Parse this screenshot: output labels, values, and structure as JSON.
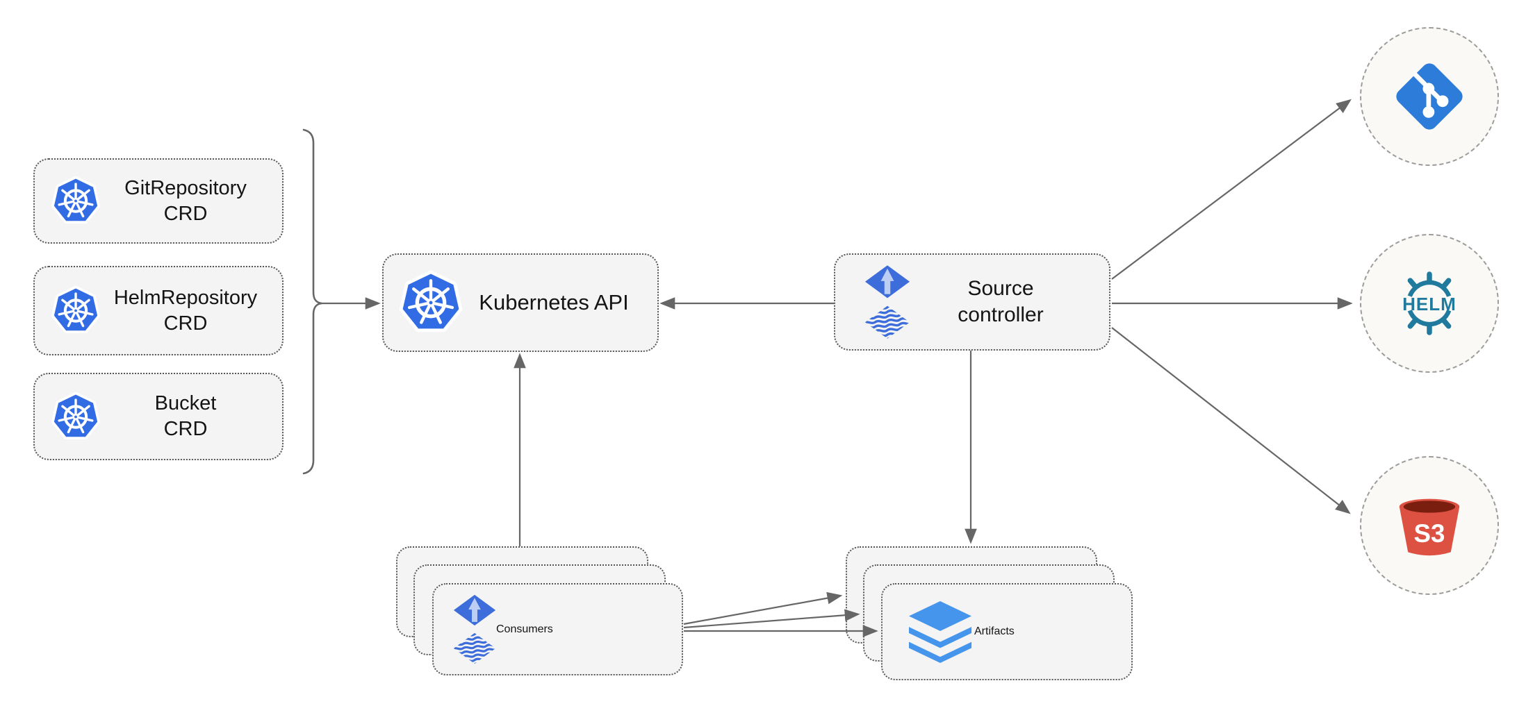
{
  "nodes": {
    "crds": [
      {
        "line1": "GitRepository",
        "line2": "CRD"
      },
      {
        "line1": "HelmRepository",
        "line2": "CRD"
      },
      {
        "line1": "Bucket",
        "line2": "CRD"
      }
    ],
    "kubernetes_api": {
      "label": "Kubernetes API"
    },
    "source_controller": {
      "line1": "Source",
      "line2": "controller"
    },
    "consumers": {
      "label": "Consumers"
    },
    "artifacts": {
      "label": "Artifacts"
    },
    "helm": {
      "label": "HELM"
    },
    "s3": {
      "label": "S3"
    }
  },
  "icons": {
    "kubernetes": "kubernetes-wheel-icon",
    "flux": "flux-diamond-arrow-icon",
    "git": "git-branch-icon",
    "helm": "helm-wheel-icon",
    "s3": "s3-bucket-icon",
    "artifacts": "layers-icon"
  },
  "colors": {
    "kubernetes_blue": "#326CE5",
    "flux_blue": "#3D6CDB",
    "flux_arrow_light": "#BCCEF3",
    "git_blue": "#2E7CD9",
    "helm_teal": "#1F7A9D",
    "s3_red": "#DD5143",
    "s3_dark": "#7A1F10",
    "layers_blue": "#4495EB",
    "arrow_gray": "#666666",
    "border_gray": "#555555",
    "box_fill": "#F4F4F4",
    "circle_fill": "#FAF9F6",
    "circle_border": "#9C9C9C",
    "text_color": "#141414"
  }
}
